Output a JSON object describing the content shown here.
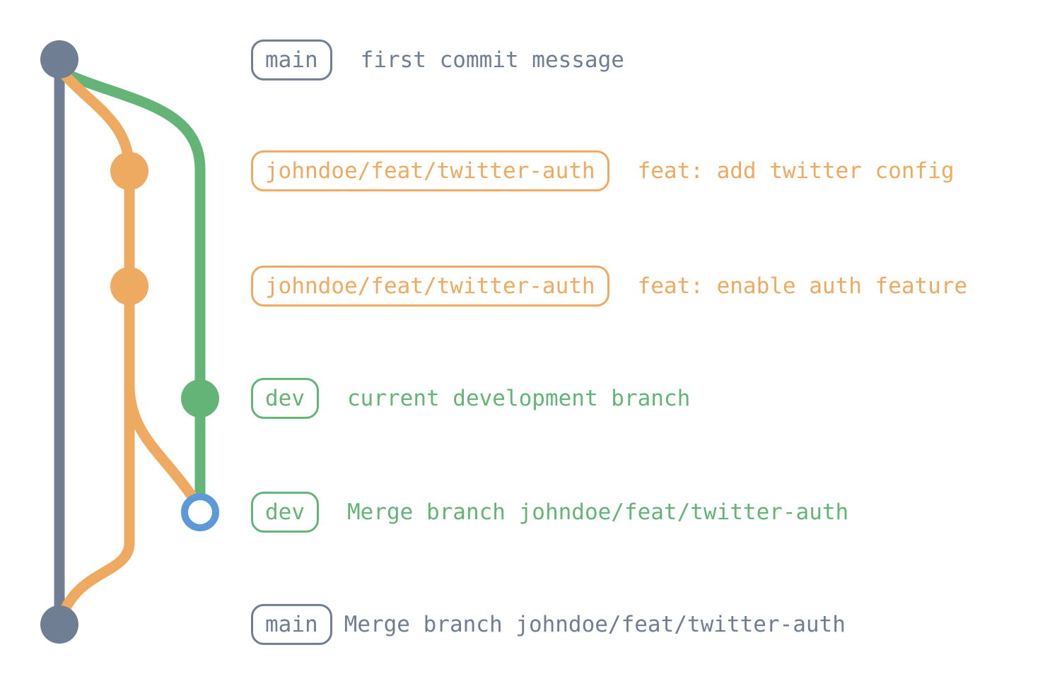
{
  "colors": {
    "main": "#6f7e93",
    "feature": "#edaa60",
    "dev": "#64b478",
    "merge_ring": "#5a9ad8",
    "background": "#ffffff"
  },
  "branches": [
    {
      "name": "main"
    },
    {
      "name": "johndoe/feat/twitter-auth"
    },
    {
      "name": "dev"
    }
  ],
  "rows": [
    {
      "badge": "main",
      "message": "first commit message"
    },
    {
      "badge": "johndoe/feat/twitter-auth",
      "message": "feat: add twitter config"
    },
    {
      "badge": "johndoe/feat/twitter-auth",
      "message": "feat: enable auth feature"
    },
    {
      "badge": "dev",
      "message": "current development branch"
    },
    {
      "badge": "dev",
      "message": "Merge branch johndoe/feat/twitter-auth"
    },
    {
      "badge": "main",
      "message": "Merge branch johndoe/feat/twitter-auth"
    }
  ]
}
